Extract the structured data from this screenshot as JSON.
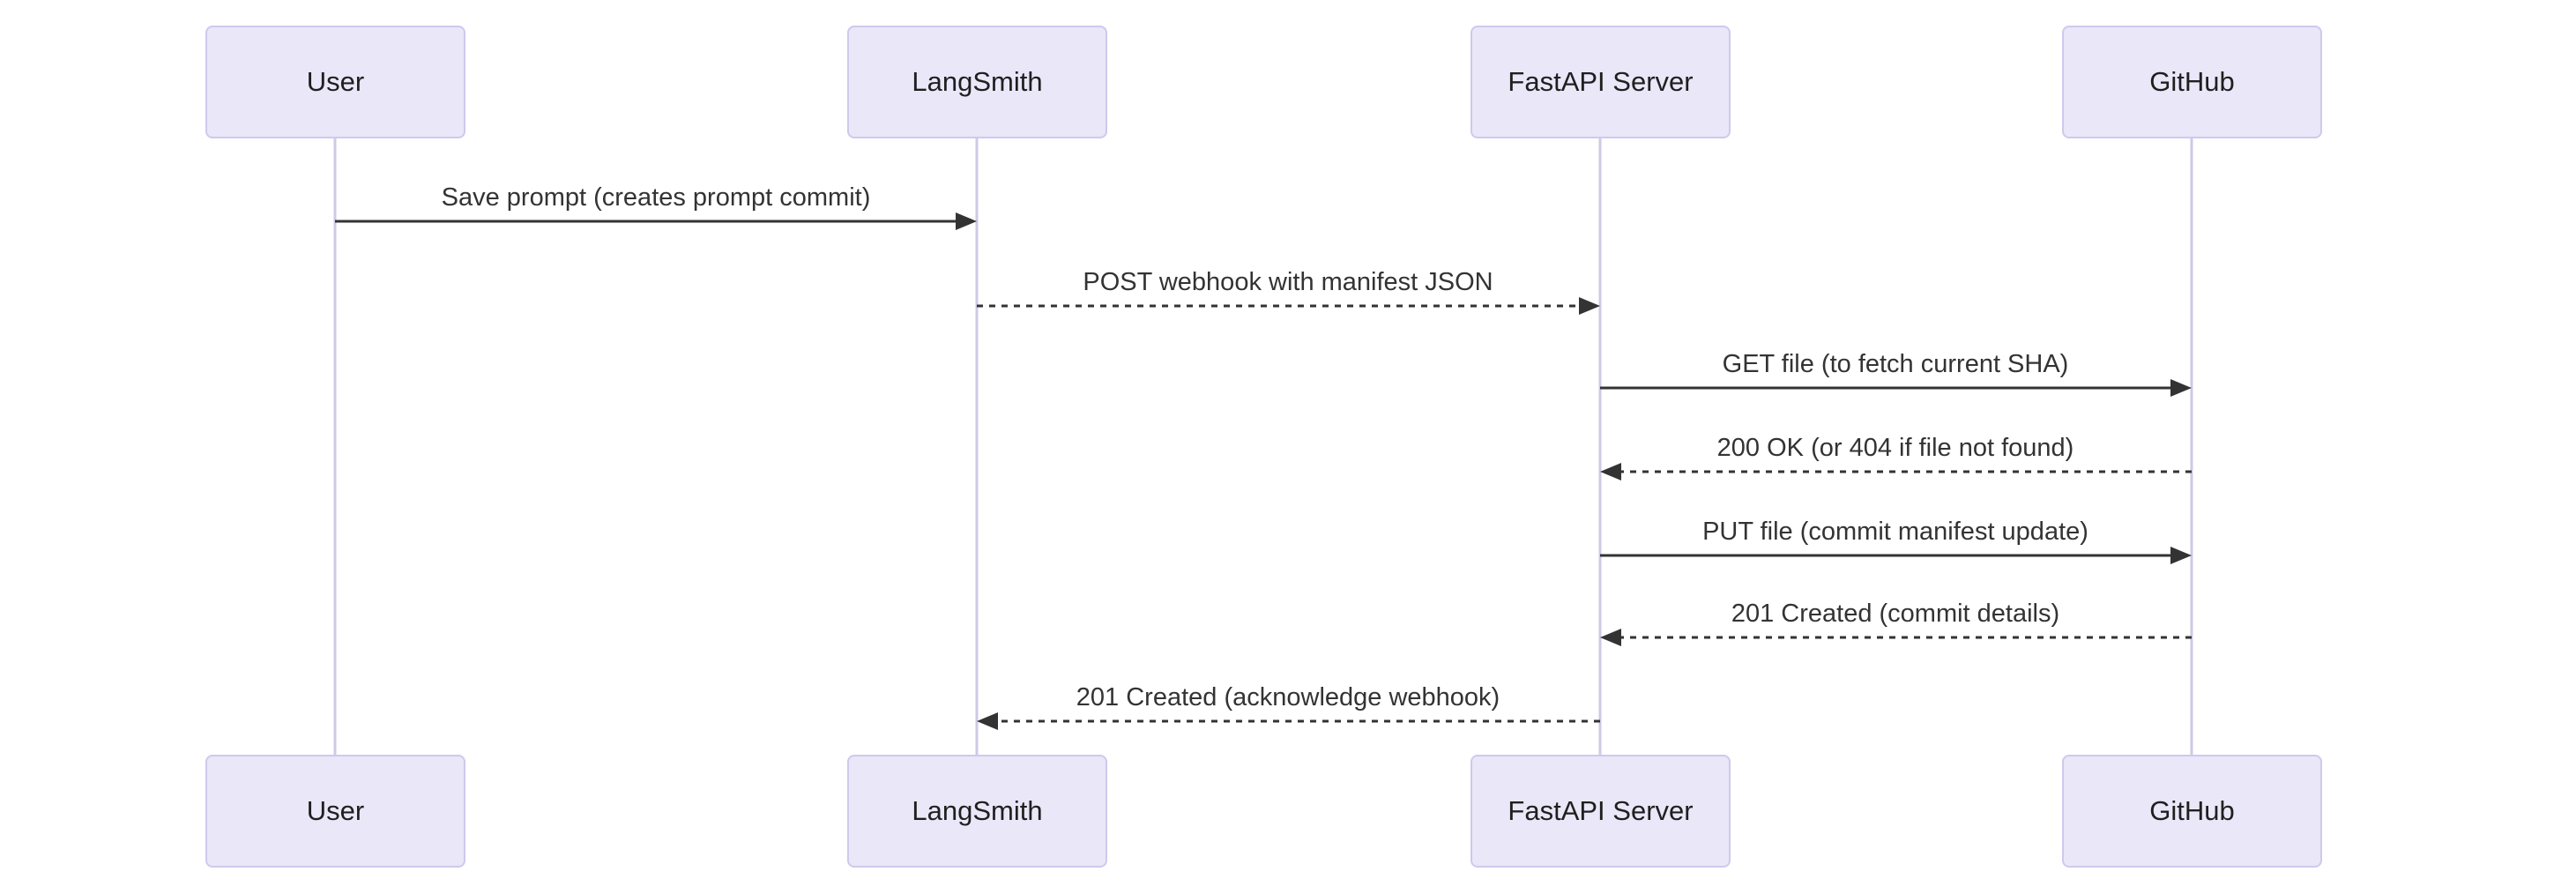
{
  "diagram": {
    "type": "sequence",
    "title": "",
    "actors": [
      {
        "name": "User"
      },
      {
        "name": "LangSmith"
      },
      {
        "name": "FastAPI Server"
      },
      {
        "name": "GitHub"
      }
    ],
    "messages": [
      {
        "from": "User",
        "to": "LangSmith",
        "label": "Save prompt (creates prompt commit)",
        "arrow_style": "solid",
        "direction": "right"
      },
      {
        "from": "LangSmith",
        "to": "FastAPI Server",
        "label": "POST webhook with manifest JSON",
        "arrow_style": "dashed",
        "direction": "right"
      },
      {
        "from": "FastAPI Server",
        "to": "GitHub",
        "label": "GET file (to fetch current SHA)",
        "arrow_style": "solid",
        "direction": "right"
      },
      {
        "from": "GitHub",
        "to": "FastAPI Server",
        "label": "200 OK (or 404 if file not found)",
        "arrow_style": "dashed",
        "direction": "left"
      },
      {
        "from": "FastAPI Server",
        "to": "GitHub",
        "label": "PUT file (commit manifest update)",
        "arrow_style": "solid",
        "direction": "right"
      },
      {
        "from": "GitHub",
        "to": "FastAPI Server",
        "label": "201 Created (commit details)",
        "arrow_style": "dashed",
        "direction": "left"
      },
      {
        "from": "FastAPI Server",
        "to": "LangSmith",
        "label": "201 Created (acknowledge webhook)",
        "arrow_style": "dashed",
        "direction": "left"
      }
    ],
    "colors": {
      "actor_fill": "#e9e7f8",
      "actor_border": "#cfc9ec",
      "lifeline": "#cfc9e6",
      "arrow": "#333333",
      "text": "#333333"
    }
  }
}
